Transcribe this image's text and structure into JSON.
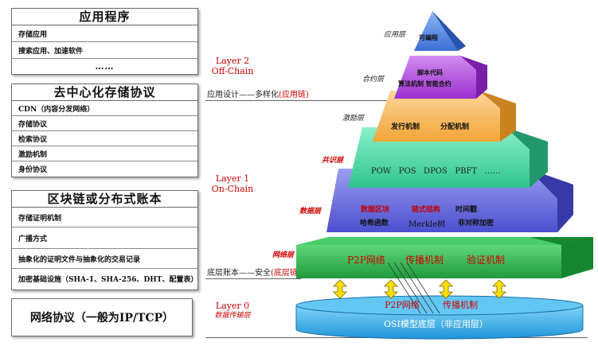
{
  "left_panels": {
    "app": {
      "title": "应用程序",
      "rows": [
        "存储应用",
        "搜索应用、加速软件",
        "……"
      ]
    },
    "storage": {
      "title": "去中心化存储协议",
      "rows": [
        "CDN（内容分发网络）",
        "存储协议",
        "检索协议",
        "激励机制",
        "身份协议"
      ]
    },
    "ledger": {
      "title": "区块链或分布式账本",
      "rows": [
        "存储证明机制",
        "广播方式",
        "抽象化的证明文件与抽象化的交易记录",
        "加密基础设施（SHA-1、SHA-256、DHT、配置表）"
      ]
    },
    "protocol": "网络协议（一般为IP/TCP）"
  },
  "layers": {
    "l2": {
      "name": "Layer 2",
      "sub": "Off-Chain"
    },
    "l1": {
      "name": "Layer 1",
      "sub": "On-Chain"
    },
    "l0": {
      "name": "Layer 0",
      "sub": "数据传输层"
    }
  },
  "annotations": {
    "app_design": {
      "prefix": "应用设计——多样化",
      "suffix": "(应用链)"
    },
    "base_ledger": {
      "prefix": "底层账本——安全",
      "suffix": "(底层链)"
    }
  },
  "pyramid": {
    "app_tier": {
      "label": "应用层",
      "text": "可编程"
    },
    "contract_tier": {
      "label": "合约层",
      "line1": "脚本代码",
      "line2": "算法机制 智能合约"
    },
    "incentive_tier": {
      "label": "激励层",
      "item1": "发行机制",
      "item2": "分配机制"
    },
    "consensus_tier": {
      "label": "共识层",
      "items": "POW   POS   DPOS   PBFT   ……"
    },
    "data_tier": {
      "label": "数据层",
      "top": [
        "数据区块",
        "链式结构",
        "时间戳"
      ],
      "bottom": [
        "哈希函数",
        "Merkle树",
        "非对称加密"
      ]
    },
    "network_tier": {
      "label": "网络层",
      "items": [
        "P2P网络",
        "传播机制",
        "验证机制"
      ]
    },
    "base": {
      "line1_a": "P2P网络",
      "line1_b": "传播机制",
      "line2": "OSI模型底层（非应用层）"
    }
  },
  "colors": {
    "app": "#4f86e0",
    "contract": "#a93fd8",
    "incentive": "#f5b24a",
    "consensus": "#3ecf9c",
    "data": "#5d5fd8",
    "network": "#27ae48",
    "base": "#2aa8e8",
    "red_label": "#d00000",
    "arrow": "#ffe000"
  }
}
